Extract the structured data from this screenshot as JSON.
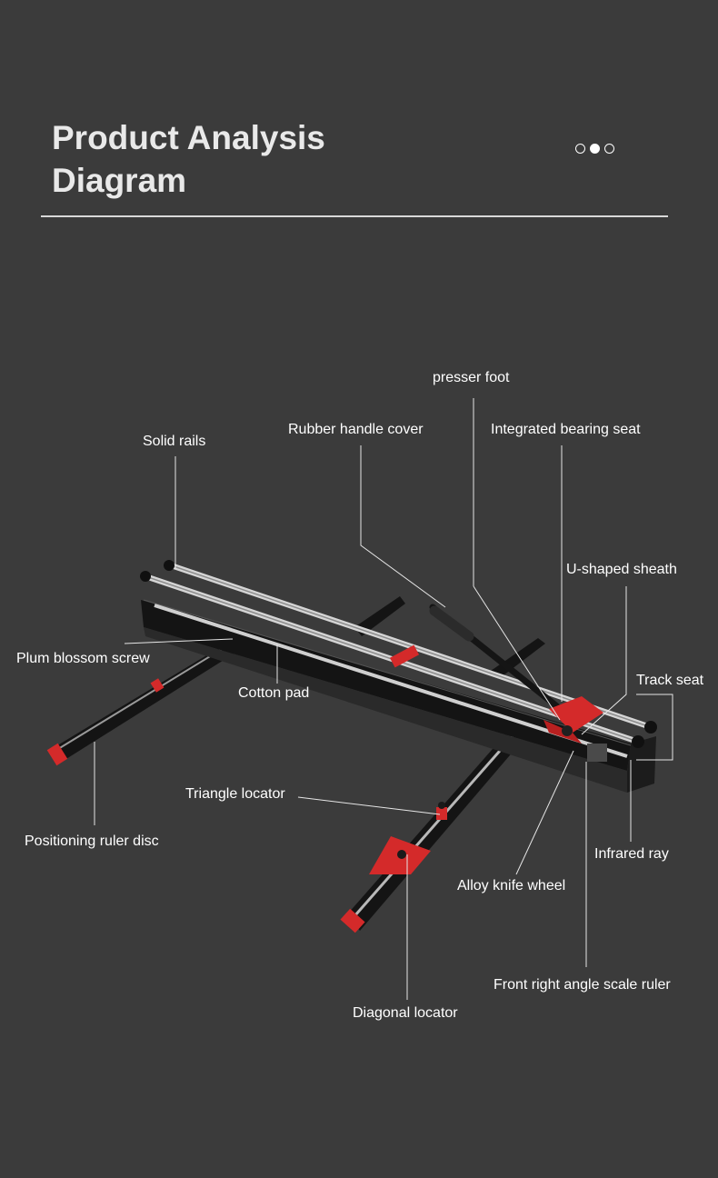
{
  "header": {
    "title_line1": "Product Analysis",
    "title_line2": "Diagram",
    "pager": {
      "count": 3,
      "active": 2
    }
  },
  "labels": {
    "presser_foot": "presser foot",
    "solid_rails": "Solid rails",
    "rubber_handle_cover": "Rubber handle cover",
    "integrated_bearing_seat": "Integrated bearing seat",
    "u_shaped_sheath": "U-shaped sheath",
    "plum_blossom_screw": "Plum blossom screw",
    "cotton_pad": "Cotton pad",
    "track_seat": "Track seat",
    "triangle_locator": "Triangle locator",
    "positioning_ruler_disc": "Positioning ruler disc",
    "infrared_ray": "Infrared ray",
    "alloy_knife_wheel": "Alloy knife wheel",
    "front_right_angle_scale_ruler": "Front right angle scale ruler",
    "diagonal_locator": "Diagonal locator"
  },
  "colors": {
    "background": "#3b3b3b",
    "accent_red": "#d42a2a",
    "rail_silver": "#c9c9c9",
    "body_black": "#141414"
  }
}
